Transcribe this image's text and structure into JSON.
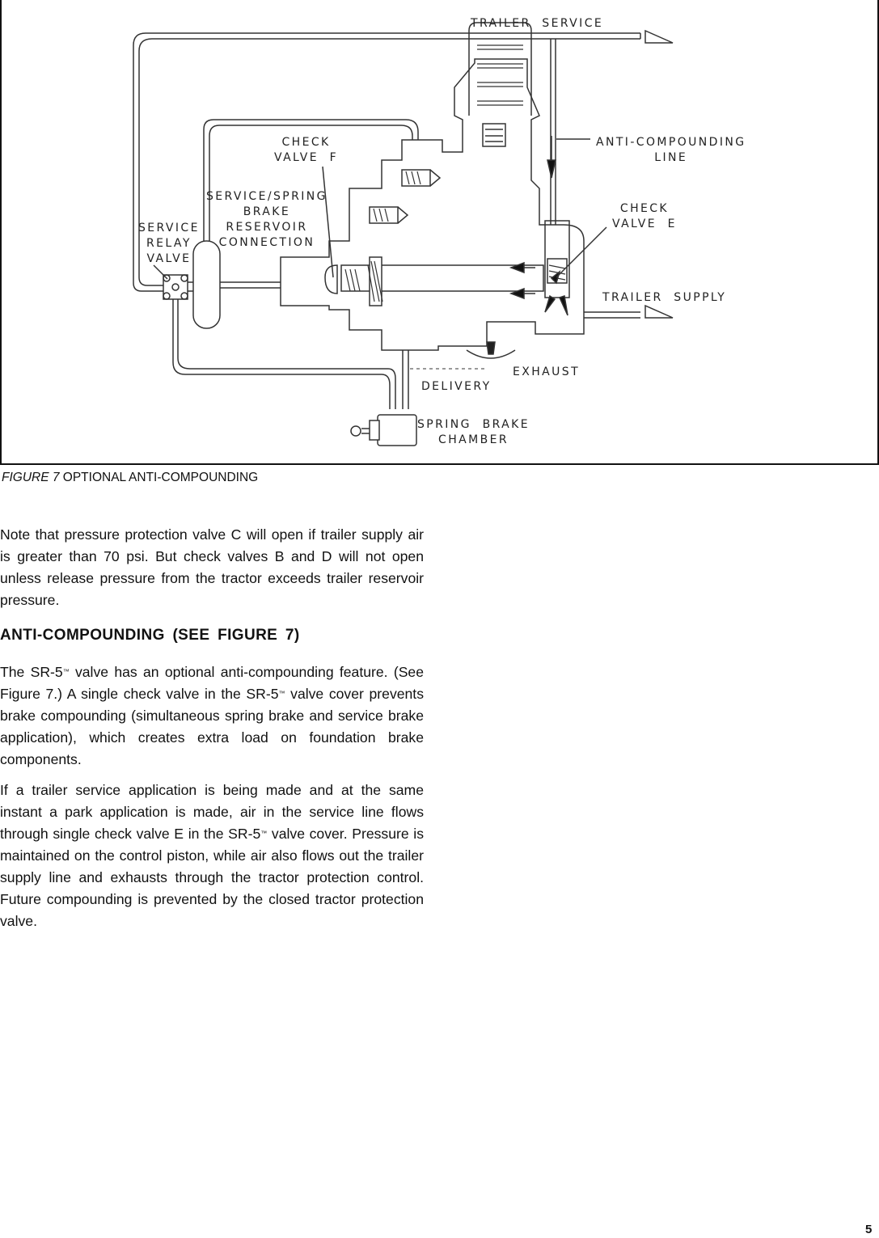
{
  "figure": {
    "labels": {
      "trailer_service": "TRAILER  SERVICE",
      "anti_compounding_line": "ANTI-COMPOUNDING\nLINE",
      "check_valve_f": "CHECK\nVALVE  F",
      "service_spring_brake": "SERVICE/SPRING\nBRAKE\nRESERVOIR\nCONNECTION",
      "service_relay_valve": "SERVICE\nRELAY\nVALVE",
      "check_valve_e": "CHECK\nVALVE  E",
      "trailer_supply": "TRAILER  SUPPLY",
      "exhaust": "EXHAUST",
      "delivery": "DELIVERY",
      "spring_brake_chamber": "SPRING  BRAKE\nCHAMBER"
    },
    "caption_prefix": "FIGURE 7",
    "caption_text": " OPTIONAL ANTI-COMPOUNDING"
  },
  "body": {
    "note_paragraph": "Note that pressure protection valve C will open if trailer supply air is greater than 70 psi. But check valves B and D will not open unless release pressure from the tractor exceeds trailer reservoir pressure.",
    "section_heading": "ANTI-COMPOUNDING (SEE FIGURE 7)",
    "para1": {
      "part1": "The SR-5",
      "tm1": "™",
      "part2": " valve has an optional anti-compounding feature. (See Figure 7.) A single check valve in the SR-5",
      "tm2": "™",
      "part3": " valve cover prevents brake compounding (simultaneous spring brake and service brake application), which creates extra load on foundation brake components."
    },
    "para2": {
      "part1": "If a trailer service application is being made and at the same instant a park application is made, air in the service line flows through single check valve E in the SR-5",
      "tm": "™",
      "part2": " valve cover. Pressure is maintained on the control piston, while air also flows out the trailer supply line and exhausts through the tractor protection control. Future compounding is prevented by the closed tractor protection valve."
    }
  },
  "page_number": "5"
}
